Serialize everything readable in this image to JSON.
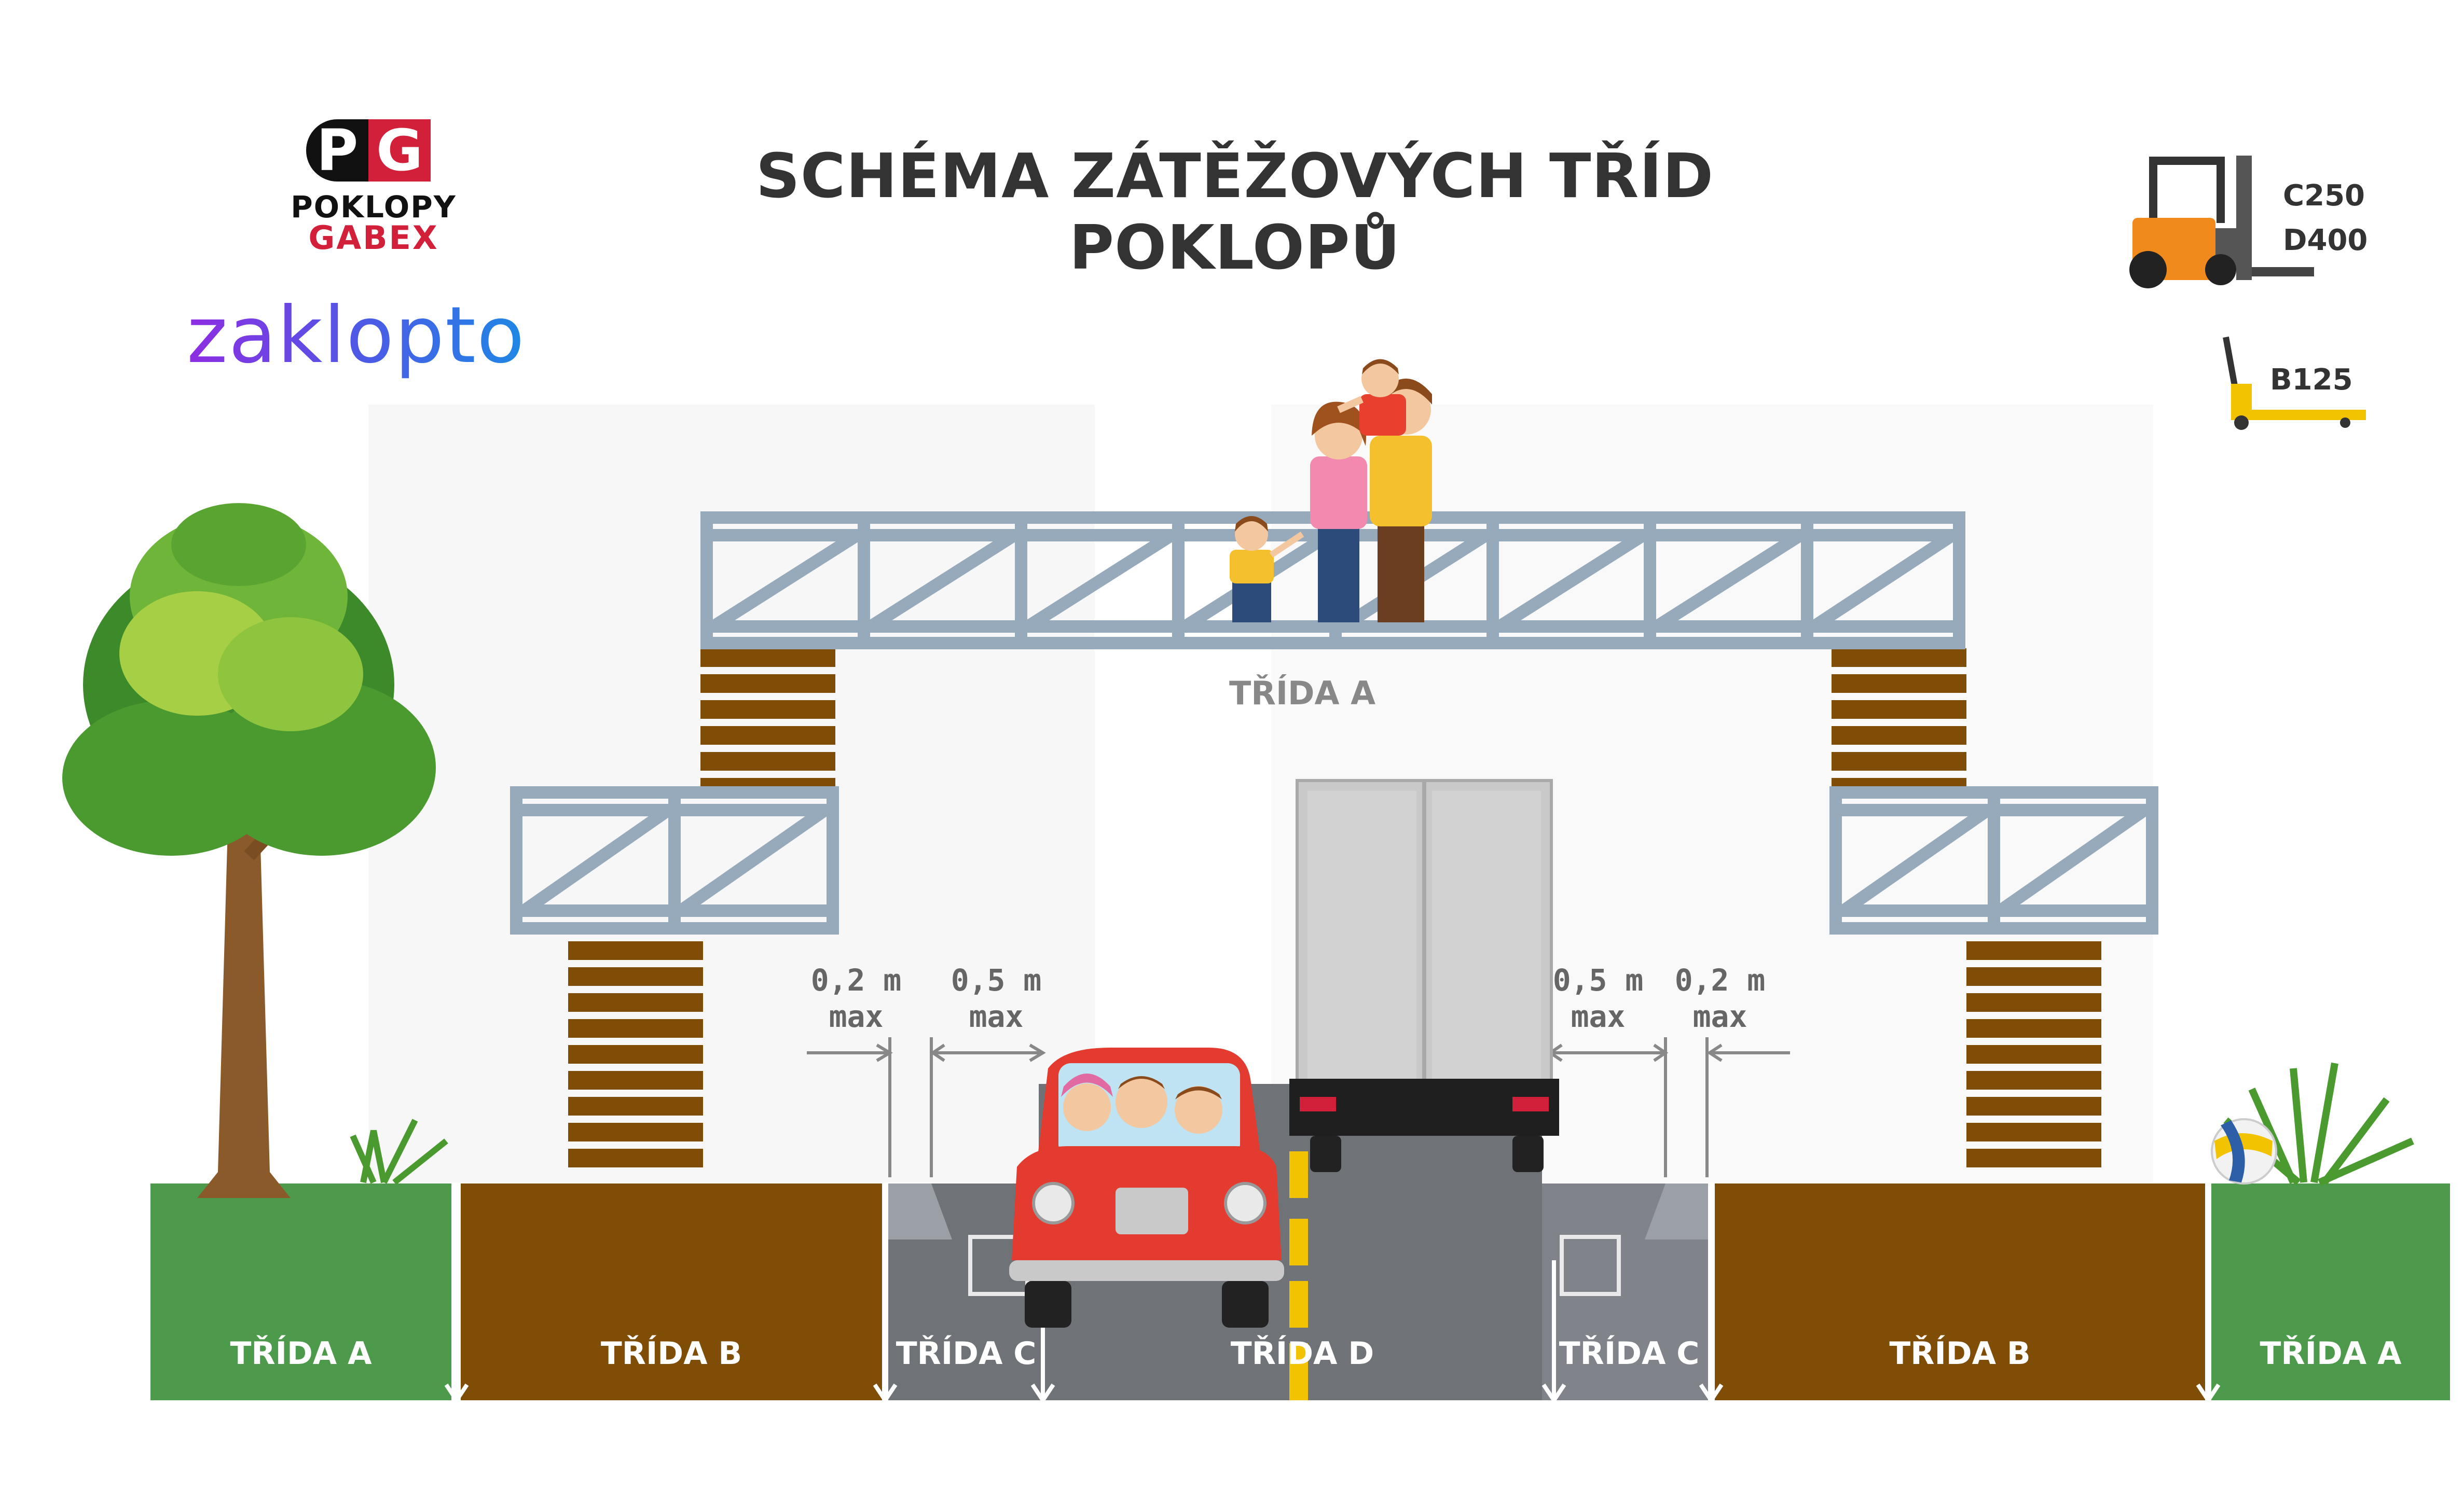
{
  "title": "SCHÉMA ZÁTĚŽOVÝCH TŘÍD POKLOPŮ",
  "brand": {
    "logo_letters": [
      "P",
      "G"
    ],
    "logo_line1": "POKLOPY",
    "logo_line2": "GABEX",
    "zaklopto": "zaklopto"
  },
  "legend": {
    "forklift_classes": [
      "C250",
      "D400"
    ],
    "pallet_truck_class": "B125"
  },
  "bridge_label": "TŘÍDA A",
  "zones": [
    {
      "label": "TŘÍDA A",
      "type": "grass"
    },
    {
      "label": "TŘÍDA B",
      "type": "soil"
    },
    {
      "label": "TŘÍDA C",
      "type": "curb"
    },
    {
      "label": "TŘÍDA D",
      "type": "road"
    },
    {
      "label": "TŘÍDA C",
      "type": "curb"
    },
    {
      "label": "TŘÍDA B",
      "type": "soil"
    },
    {
      "label": "TŘÍDA A",
      "type": "grass"
    }
  ],
  "dimensions": {
    "left": [
      {
        "value": "0,2 m",
        "note": "max"
      },
      {
        "value": "0,5 m",
        "note": "max"
      }
    ],
    "right": [
      {
        "value": "0,5 m",
        "note": "max"
      },
      {
        "value": "0,2 m",
        "note": "max"
      }
    ]
  },
  "colors": {
    "grass": "#4e9a4c",
    "soil": "#7f4d05",
    "road": "#6f7378",
    "curb": "#8a8e93",
    "truss": "#97aabb",
    "stack": "#7f4d05",
    "accent_red": "#d3203a"
  }
}
